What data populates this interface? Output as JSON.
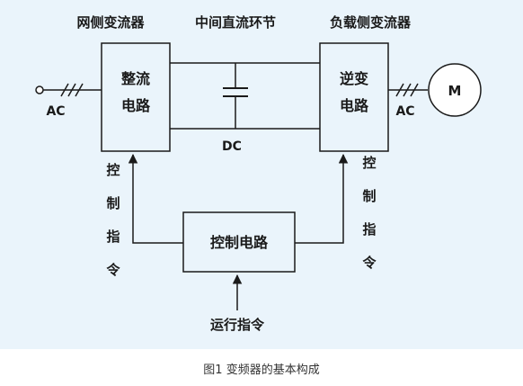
{
  "diagram": {
    "background_color": "#eaf4fb",
    "line_color": "#1a1a1a",
    "labels": {
      "grid_side_converter": "网侧变流器",
      "dc_link": "中间直流环节",
      "load_side_converter": "负载侧变流器",
      "rectifier_line1": "整流",
      "rectifier_line2": "电路",
      "inverter_line1": "逆变",
      "inverter_line2": "电路",
      "dc": "DC",
      "ac_left": "AC",
      "ac_right": "AC",
      "motor": "M",
      "control_circuit": "控制电路",
      "run_command": "运行指令",
      "control_cmd_left": [
        "控",
        "制",
        "指",
        "令"
      ],
      "control_cmd_right": [
        "控",
        "制",
        "指",
        "令"
      ]
    }
  },
  "caption": "图1 变频器的基本构成"
}
